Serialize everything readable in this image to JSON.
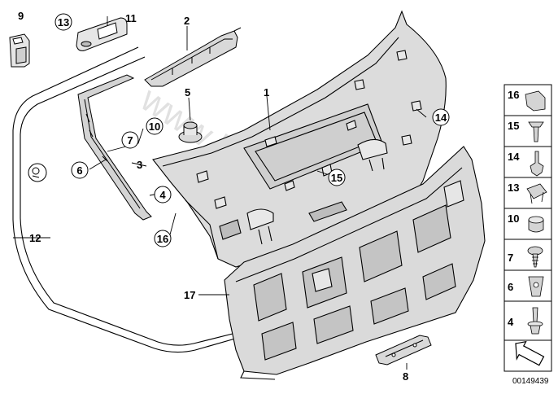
{
  "watermark": "www.BMWstore.pl",
  "diagram_ref": "00149439",
  "callouts": {
    "p1": "1",
    "p2": "2",
    "p3": "3",
    "p4": "4",
    "p5": "5",
    "p6": "6",
    "p7": "7",
    "p8": "8",
    "p9": "9",
    "p10": "10",
    "p11": "11",
    "p12": "12",
    "p13": "13",
    "p14": "14",
    "p15": "15",
    "p16": "16",
    "p17": "17"
  },
  "legend": [
    "16",
    "15",
    "14",
    "13",
    "10",
    "7",
    "6",
    "4"
  ]
}
